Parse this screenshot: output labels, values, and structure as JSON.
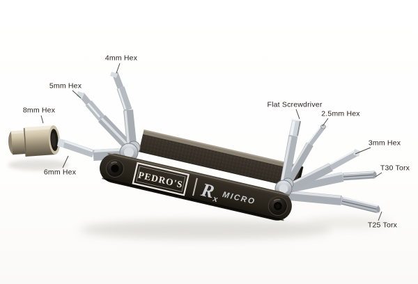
{
  "image": {
    "background": "#ffffff"
  },
  "product": {
    "brand": "PEDRO'S",
    "model_r": "R",
    "model_x": "x",
    "model_name": "MICRO",
    "body_color": "#2a2520",
    "metal_color": "#b8bdc3",
    "socket_color": "#b0a68d",
    "label_color": "#26221e"
  },
  "labels": [
    {
      "id": "hex-4mm",
      "text": "4mm Hex"
    },
    {
      "id": "hex-5mm",
      "text": "5mm Hex"
    },
    {
      "id": "hex-8mm",
      "text": "8mm Hex"
    },
    {
      "id": "hex-6mm",
      "text": "6mm Hex"
    },
    {
      "id": "flat-screwdriver",
      "text": "Flat Screwdriver"
    },
    {
      "id": "hex-2-5mm",
      "text": "2.5mm Hex"
    },
    {
      "id": "hex-3mm",
      "text": "3mm Hex"
    },
    {
      "id": "torx-t30",
      "text": "T30 Torx"
    },
    {
      "id": "torx-t25",
      "text": "T25 Torx"
    }
  ]
}
